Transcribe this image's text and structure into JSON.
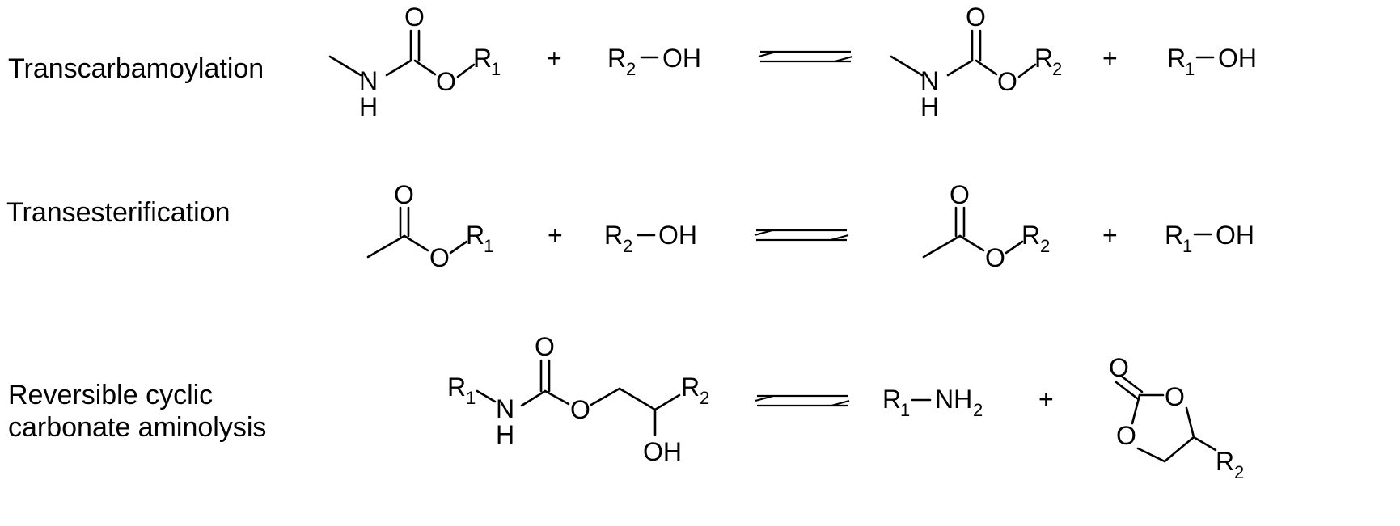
{
  "colors": {
    "ink": "#000000",
    "background": "#ffffff"
  },
  "labels": {
    "transcarbamoylation": "Transcarbamoylation",
    "transesterification": "Transesterification",
    "aminolysis_line1": "Reversible cyclic",
    "aminolysis_line2": "carbonate aminolysis"
  },
  "atoms": {
    "O": "O",
    "N": "N",
    "H": "H",
    "R": "R",
    "OH": "OH",
    "NH": "NH",
    "plus": "+",
    "one": "1",
    "two": "2"
  }
}
